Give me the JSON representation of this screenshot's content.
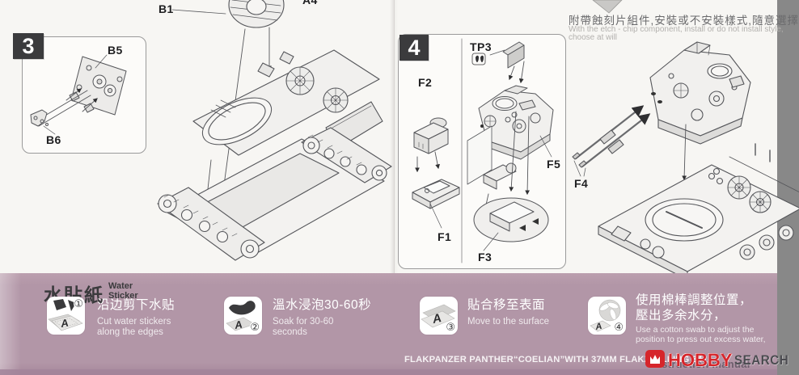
{
  "kit": {
    "etch_note_zh": "附帶蝕刻片組件,安裝或不安裝樣式,隨意選擇",
    "etch_note_en_line1": "With the etch - chip component, install or do not install style,",
    "etch_note_en_line2": "choose at will",
    "step3_number": "3",
    "step4_number": "4",
    "part_labels": {
      "b1": "B1",
      "a4": "A4",
      "b5": "B5",
      "b6": "B6",
      "tp3": "TP3",
      "f1": "F1",
      "f2": "F2",
      "f3": "F3",
      "f4": "F4",
      "f5": "F5"
    }
  },
  "decal_guide": {
    "title_zh": "水貼紙",
    "title_en_line1": "Water",
    "title_en_line2": "Sticker",
    "steps": [
      {
        "num": "①",
        "zh": "沿边剪下水贴",
        "en": "Cut water stickers along the edges",
        "letter": "A"
      },
      {
        "num": "②",
        "zh": "溫水浸泡30-60秒",
        "en": "Soak for 30-60 seconds",
        "letter": "A"
      },
      {
        "num": "③",
        "zh": "貼合移至表面",
        "en": "Move to the surface",
        "letter": "A"
      },
      {
        "num": "④",
        "zh": "使用棉棒調整位置，\n壓出多余水分，",
        "en": "Use a cotton swab to adjust the position to press out excess water,",
        "letter": "A"
      }
    ]
  },
  "footer": {
    "title_line": "FLAKPANZER PANTHER“COELIAN”WITH 37MM FLAKZWILLING 341",
    "manual_text": "Instruction manual"
  },
  "watermark": {
    "brand_left": "HOBBY",
    "brand_right": "SEARCH",
    "icon": "flame-mark-icon"
  },
  "colors": {
    "band": "#b296a7",
    "band_edge": "#a2849a",
    "accent_red": "#d6252b",
    "badge": "#3b3b3d",
    "line_art": "#55565a"
  }
}
